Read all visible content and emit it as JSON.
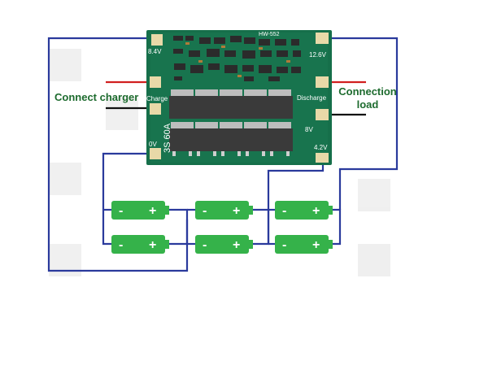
{
  "board": {
    "model": "HW-552",
    "pads": {
      "top_left": "8.4V",
      "charge": "Charge",
      "bottom_left": "0V",
      "top_right": "12.6V",
      "discharge": "Discharge",
      "bottom_right": "4.2V",
      "right_mid": "8V"
    },
    "rating_text": "3S 60A"
  },
  "labels": {
    "connect_charger": "Connect charger",
    "connection_load_line1": "Connection",
    "connection_load_line2": "load"
  },
  "battery": {
    "minus": "-",
    "plus": "+"
  },
  "colors": {
    "wire": "#2a3a9c",
    "charger_wire_pos": "#d11f1f",
    "charger_wire_neg": "#111111",
    "pcb": "#166f4a",
    "battery": "#35b24a",
    "label_text": "#1d6b2e"
  }
}
